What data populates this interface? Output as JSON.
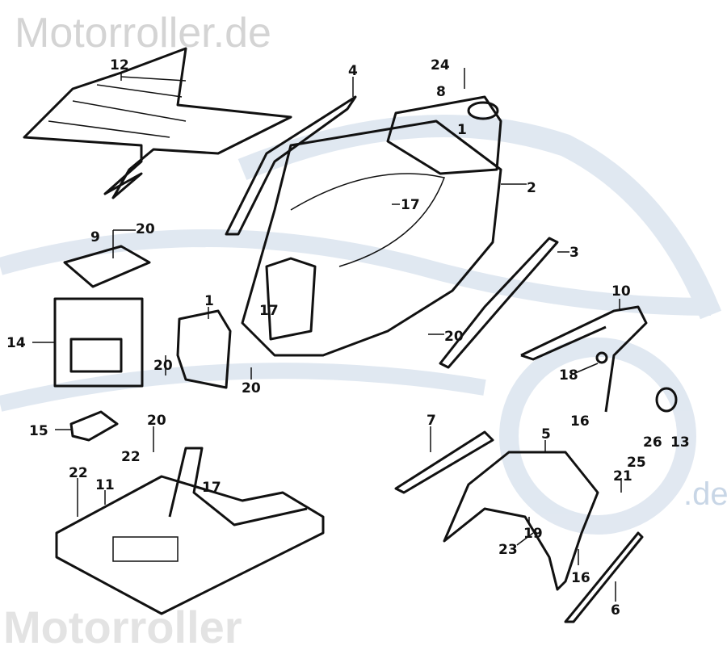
{
  "watermark": {
    "top_text": "Motorroller.de",
    "bg_text": "Motorroller",
    "bg_suffix": ".de",
    "color": "#c8d6e6"
  },
  "callouts": [
    "12",
    "4",
    "24",
    "8",
    "1",
    "2",
    "17",
    "3",
    "9",
    "20",
    "14",
    "1",
    "17",
    "20",
    "20",
    "20",
    "10",
    "18",
    "16",
    "26",
    "13",
    "25",
    "15",
    "20",
    "22",
    "17",
    "22",
    "11",
    "7",
    "5",
    "21",
    "19",
    "23",
    "16",
    "6"
  ]
}
